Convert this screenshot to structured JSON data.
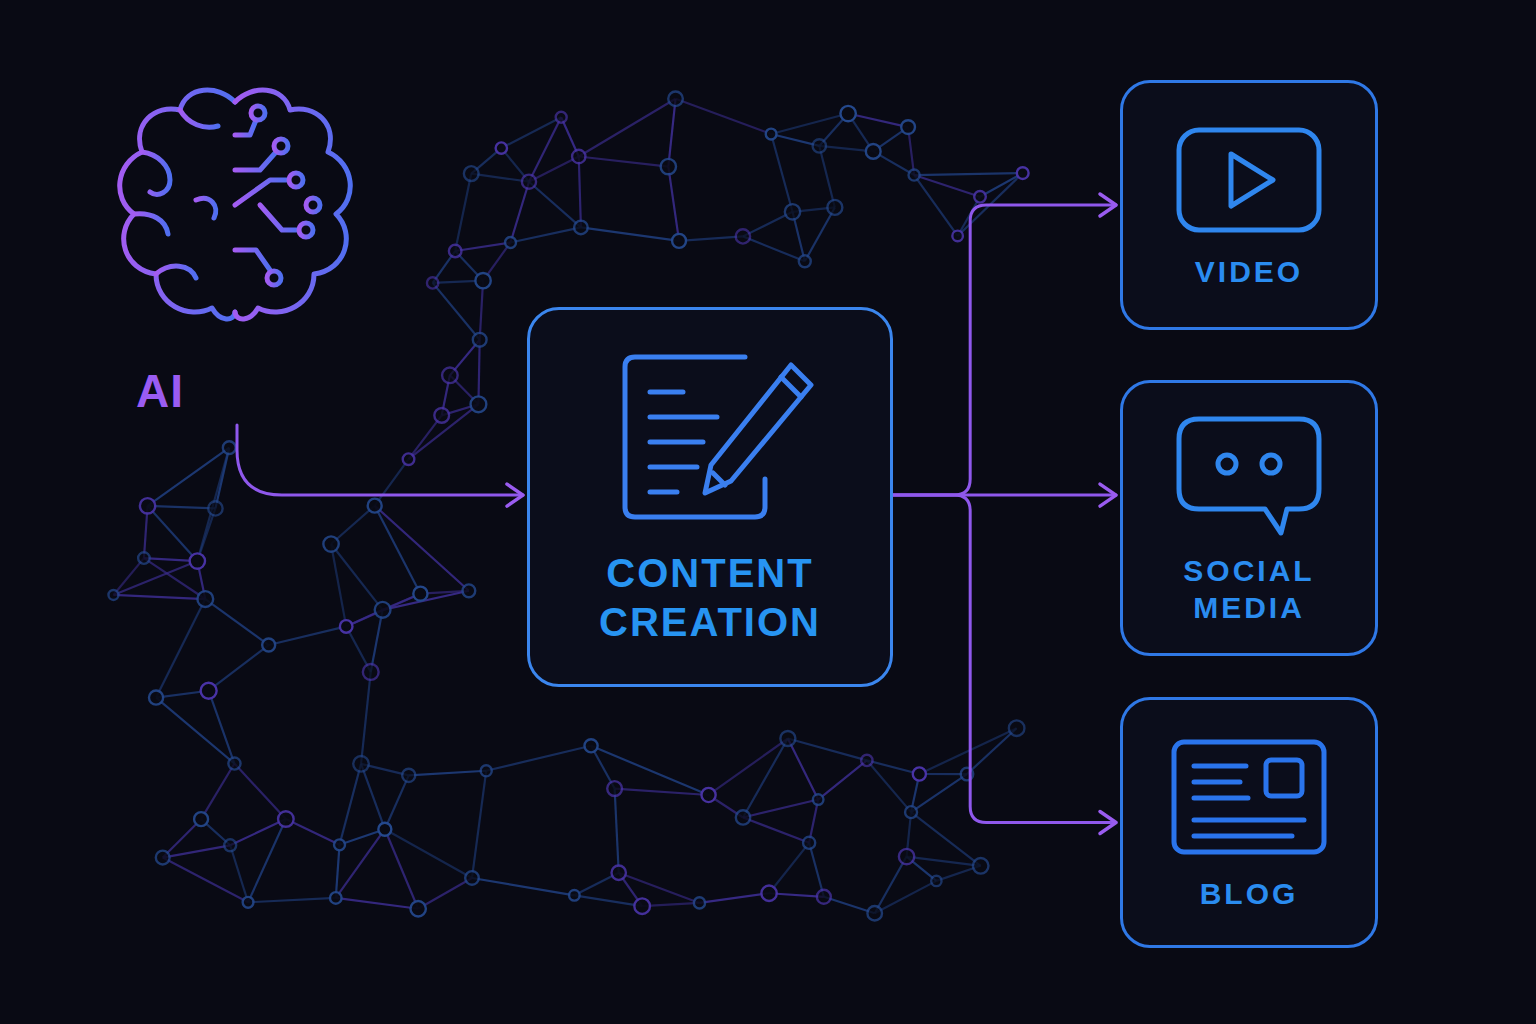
{
  "diagram": {
    "nodes": [
      {
        "text": [
          "AI"
        ]
      },
      {
        "text": [
          "CONTENT CREATION"
        ]
      },
      {
        "text": [
          "VIDEO"
        ]
      },
      {
        "text": [
          "SOCIAL MEDIA"
        ]
      },
      {
        "text": [
          "BLOG"
        ]
      }
    ],
    "edges": [
      {
        "from": 0,
        "to": 1,
        "arrow": "to"
      },
      {
        "from": 1,
        "to": 2,
        "arrow": "to"
      },
      {
        "from": 1,
        "to": 3,
        "arrow": "to"
      },
      {
        "from": 1,
        "to": 4,
        "arrow": "to"
      }
    ]
  }
}
